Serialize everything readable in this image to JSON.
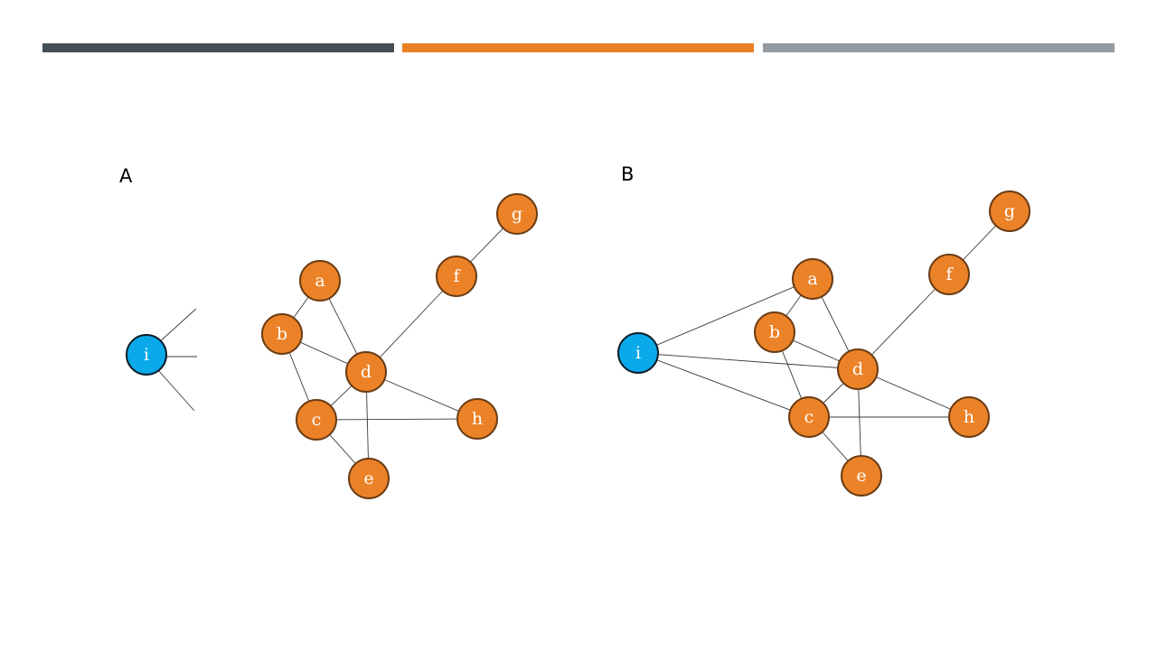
{
  "slide": {
    "bars": [
      {
        "color": "#444f57"
      },
      {
        "color": "#e98125"
      },
      {
        "color": "#949ba1"
      }
    ]
  },
  "colors": {
    "node_fill": "#ec8228",
    "node_stroke": "#6a3c14",
    "inactive_fill": "#0aa9e9",
    "inactive_stroke": "#0c1e2a",
    "edge": "#3a3a3a",
    "label_text": "#ffffff"
  },
  "panels": [
    {
      "id": "A",
      "label": "A",
      "nodes": [
        {
          "id": "i",
          "label": "i",
          "kind": "inactive"
        },
        {
          "id": "a",
          "label": "a",
          "kind": "normal"
        },
        {
          "id": "b",
          "label": "b",
          "kind": "normal"
        },
        {
          "id": "c",
          "label": "c",
          "kind": "normal"
        },
        {
          "id": "d",
          "label": "d",
          "kind": "normal"
        },
        {
          "id": "e",
          "label": "e",
          "kind": "normal"
        },
        {
          "id": "f",
          "label": "f",
          "kind": "normal"
        },
        {
          "id": "g",
          "label": "g",
          "kind": "normal"
        },
        {
          "id": "h",
          "label": "h",
          "kind": "normal"
        }
      ],
      "edges": [
        [
          "a",
          "b"
        ],
        [
          "a",
          "d"
        ],
        [
          "b",
          "d"
        ],
        [
          "b",
          "c"
        ],
        [
          "c",
          "d"
        ],
        [
          "c",
          "h"
        ],
        [
          "c",
          "e"
        ],
        [
          "d",
          "h"
        ],
        [
          "d",
          "e"
        ],
        [
          "d",
          "f"
        ],
        [
          "f",
          "g"
        ]
      ],
      "stubs": 3
    },
    {
      "id": "B",
      "label": "B",
      "nodes": [
        {
          "id": "i",
          "label": "i",
          "kind": "inactive"
        },
        {
          "id": "a",
          "label": "a",
          "kind": "normal"
        },
        {
          "id": "b",
          "label": "b",
          "kind": "normal"
        },
        {
          "id": "c",
          "label": "c",
          "kind": "normal"
        },
        {
          "id": "d",
          "label": "d",
          "kind": "normal"
        },
        {
          "id": "e",
          "label": "e",
          "kind": "normal"
        },
        {
          "id": "f",
          "label": "f",
          "kind": "normal"
        },
        {
          "id": "g",
          "label": "g",
          "kind": "normal"
        },
        {
          "id": "h",
          "label": "h",
          "kind": "normal"
        }
      ],
      "edges": [
        [
          "i",
          "a"
        ],
        [
          "i",
          "d"
        ],
        [
          "i",
          "c"
        ],
        [
          "a",
          "b"
        ],
        [
          "a",
          "d"
        ],
        [
          "b",
          "d"
        ],
        [
          "b",
          "c"
        ],
        [
          "c",
          "d"
        ],
        [
          "c",
          "h"
        ],
        [
          "c",
          "e"
        ],
        [
          "d",
          "h"
        ],
        [
          "d",
          "e"
        ],
        [
          "d",
          "f"
        ],
        [
          "f",
          "g"
        ]
      ]
    }
  ]
}
